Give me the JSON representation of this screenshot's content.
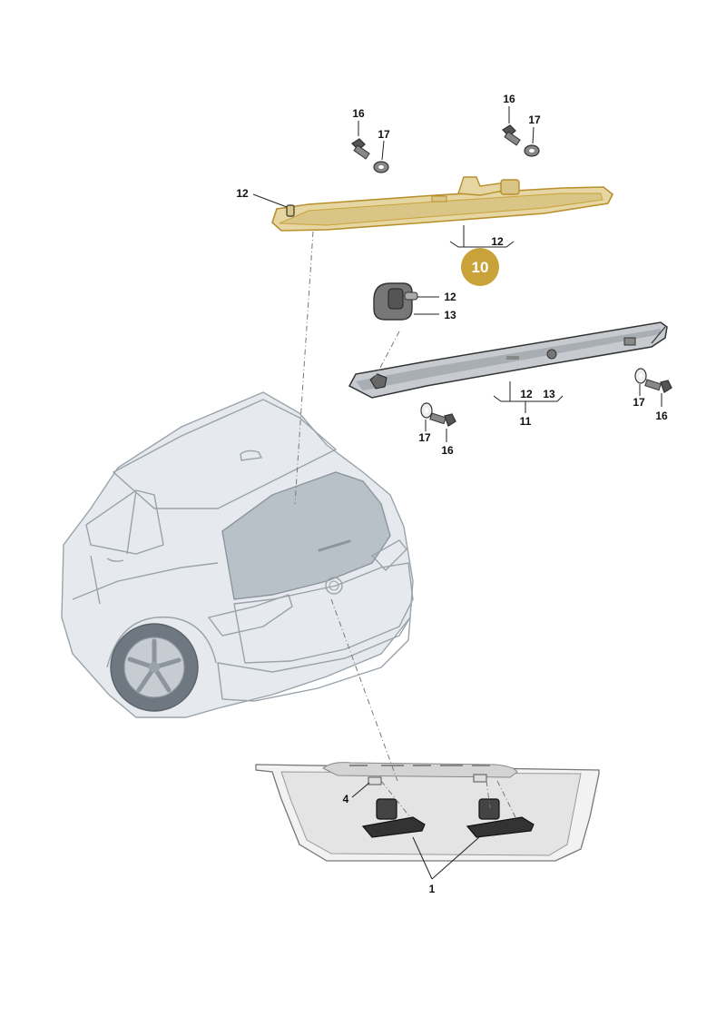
{
  "diagram": {
    "highlight_color": "#c9a33a",
    "badge": {
      "label": "10",
      "color": "#c9a33a"
    },
    "labels": {
      "screw_top_left": "16",
      "washer_top_left": "17",
      "screw_top_right": "16",
      "washer_top_right": "17",
      "light_left_clip": "12",
      "light_group": "12",
      "motor_pin": "12",
      "motor_seal": "13",
      "bar_group_12": "12",
      "bar_group_13": "13",
      "bar_group": "11",
      "washer_mid": "17",
      "screw_mid": "16",
      "washer_right": "17",
      "screw_right": "16",
      "plate_clip": "4",
      "plate_lights": "1"
    },
    "icons": [
      "screw-icon",
      "washer-icon",
      "brake-light-icon",
      "camera-motor-icon",
      "handle-bar-icon",
      "car-rear-icon",
      "license-lamp-icon"
    ]
  }
}
